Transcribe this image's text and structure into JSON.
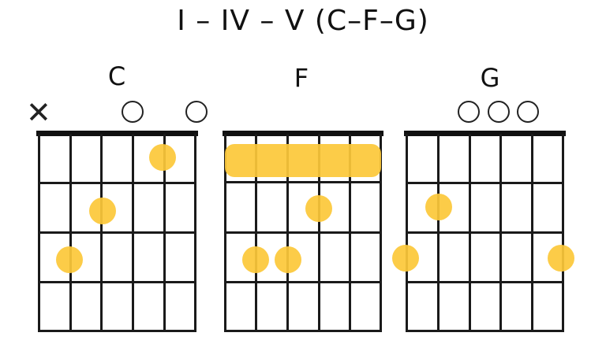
{
  "title": "I – IV – V (C–F–G)",
  "colors": {
    "dot": "#fcc83a",
    "line": "#1a1a1a",
    "background": "#ffffff"
  },
  "chords": [
    {
      "name": "C",
      "strings_x": [
        49,
        89,
        128,
        168,
        208,
        247
      ],
      "markers": [
        "x",
        "",
        "",
        "o",
        "",
        "o"
      ],
      "dots": [
        {
          "string": 5,
          "fret": 1
        },
        {
          "string": 3,
          "fret": 2
        },
        {
          "string": 2,
          "fret": 3
        }
      ]
    },
    {
      "name": "F",
      "strings_x": [
        285,
        324,
        364,
        404,
        443,
        482
      ],
      "markers": [
        "",
        "",
        "",
        "",
        "",
        ""
      ],
      "barre": {
        "fret": 1,
        "from_string": 1,
        "to_string": 6
      },
      "dots": [
        {
          "string": 4,
          "fret": 2
        },
        {
          "string": 2,
          "fret": 3
        },
        {
          "string": 3,
          "fret": 3
        }
      ]
    },
    {
      "name": "G",
      "strings_x": [
        515,
        555,
        595,
        634,
        674,
        713
      ],
      "markers": [
        "",
        "",
        "o",
        "o",
        "o",
        ""
      ],
      "dots": [
        {
          "string": 2,
          "fret": 2
        },
        {
          "string": 1,
          "fret": 3
        },
        {
          "string": 6,
          "fret": 3
        }
      ]
    }
  ],
  "mute_symbol": "✕"
}
